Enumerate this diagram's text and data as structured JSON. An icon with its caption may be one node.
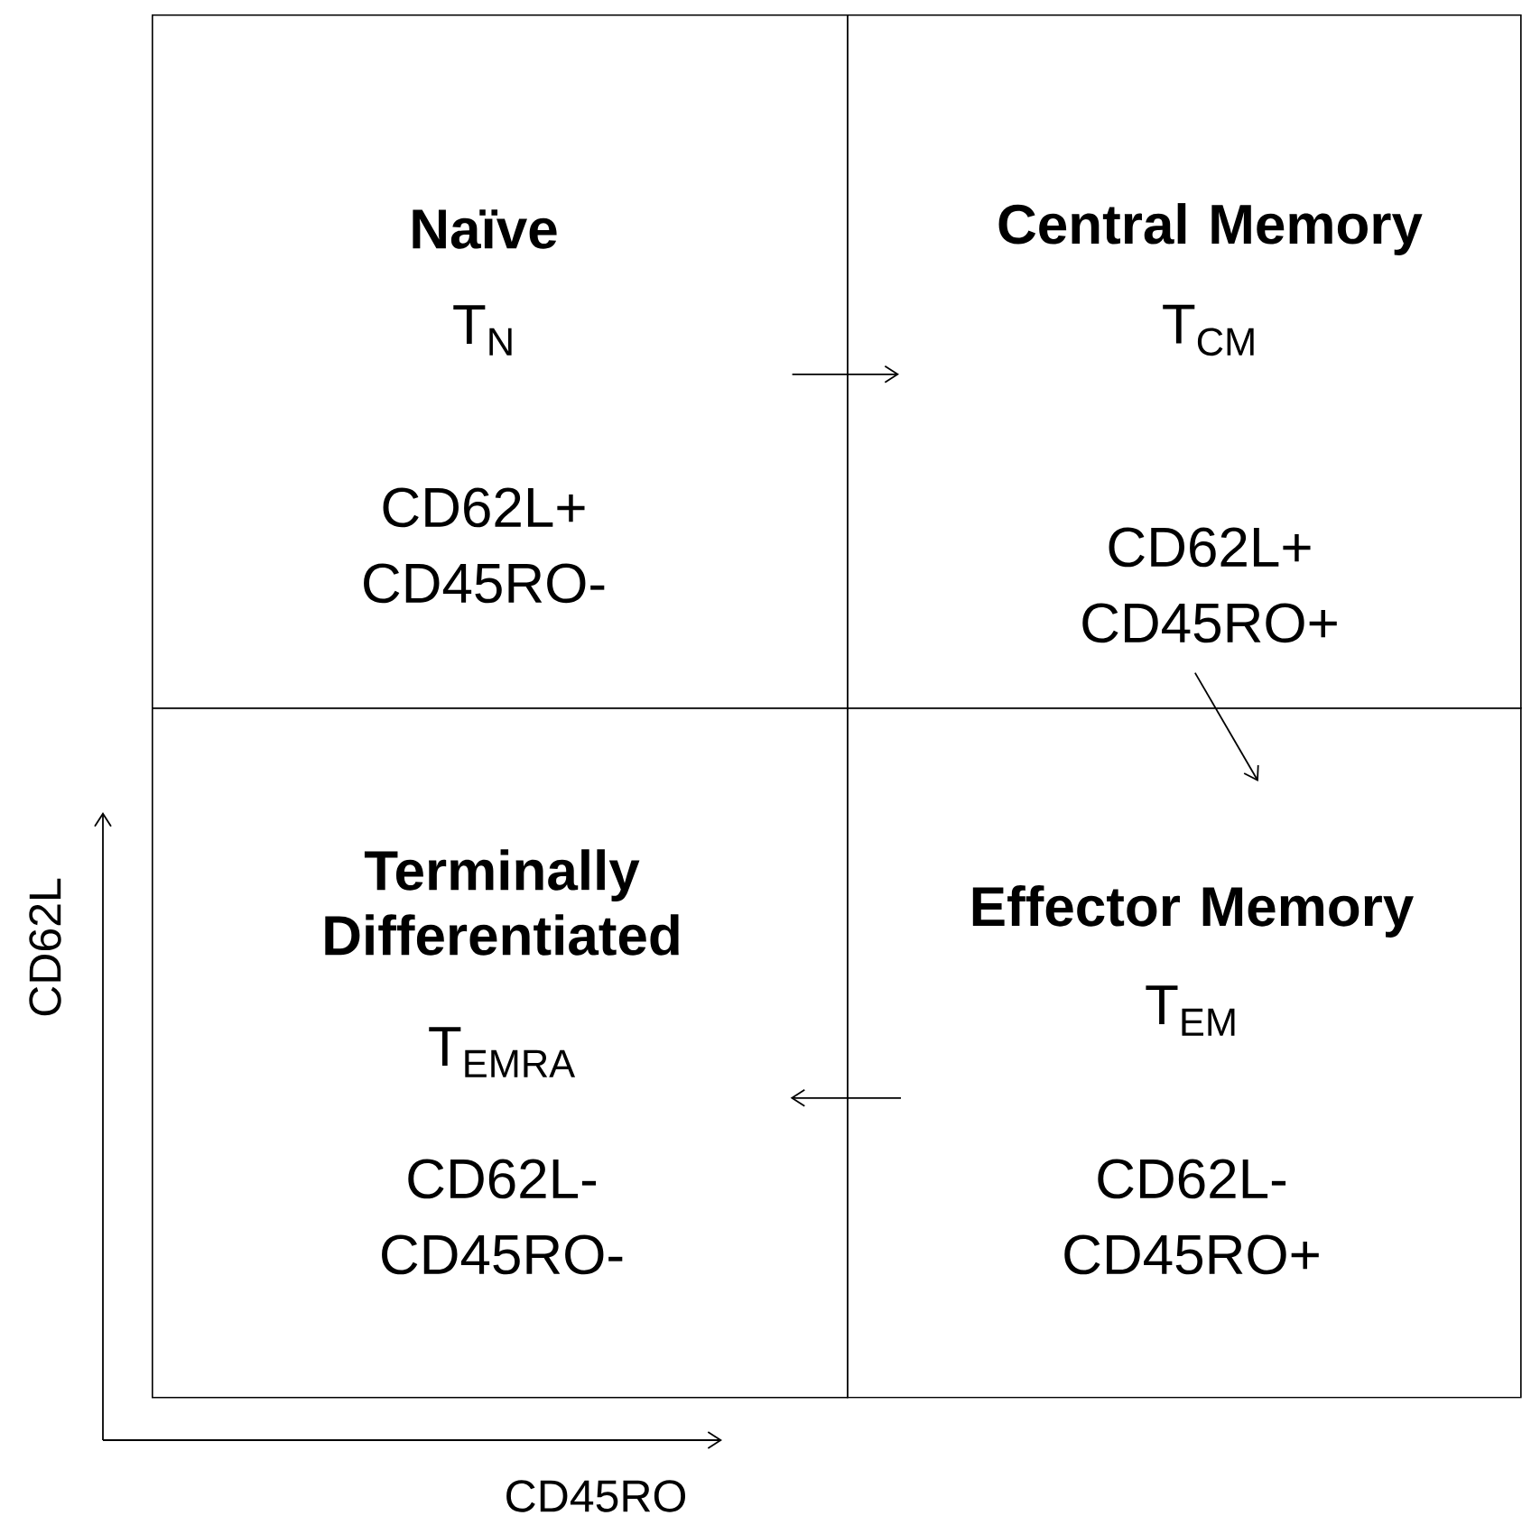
{
  "diagram": {
    "nodes": [
      {
        "text": [
          "Naïve",
          "T$_{N}$",
          "CD62L+ CD45RO-"
        ]
      },
      {
        "text": [
          "Central Memory",
          "T$_{CM}$",
          "CD62L+ CD45RO+"
        ]
      },
      {
        "text": [
          "Terminally Differentiated",
          "T$_{EMRA}$",
          "CD62L- CD45RO-"
        ]
      },
      {
        "text": [
          "Effector Memory",
          "T$_{EM}$",
          "CD62L- CD45RO+"
        ]
      }
    ],
    "edges": [
      {
        "from": 0,
        "to": 1,
        "arrow": "to"
      },
      {
        "from": 1,
        "to": 3,
        "arrow": "to"
      },
      {
        "from": 3,
        "to": 2,
        "arrow": "to"
      }
    ],
    "labels": [
      "CD62L",
      "CD45RO"
    ]
  }
}
